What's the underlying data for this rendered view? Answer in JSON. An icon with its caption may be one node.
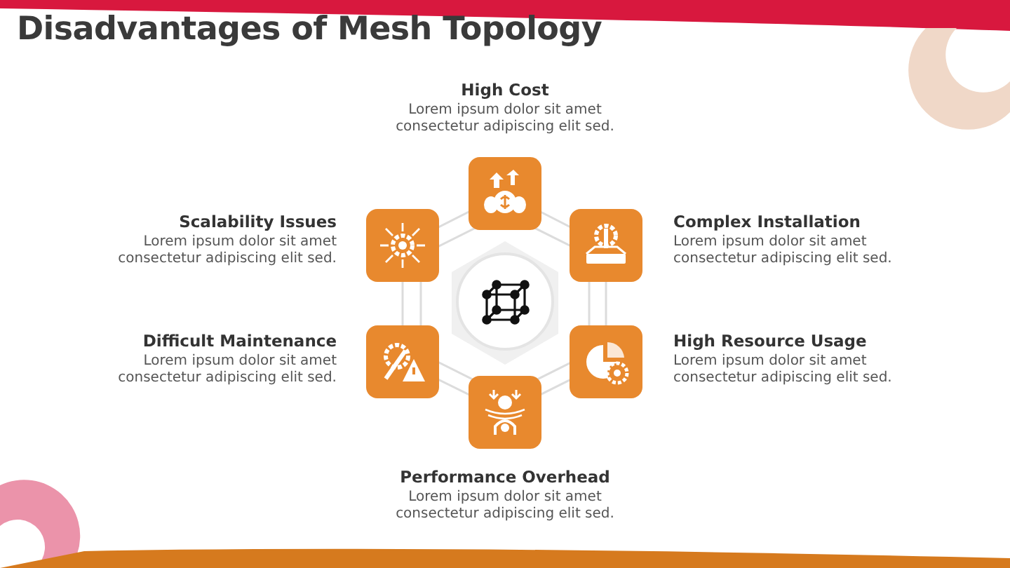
{
  "diagram": {
    "title": "Disadvantages of Mesh Topology",
    "nodes": [
      {
        "text": [
          "High Cost",
          "Lorem ipsum dolor sit amet consectetur adipiscing elit sed."
        ]
      },
      {
        "text": [
          "Scalability Issues",
          "Lorem ipsum dolor sit amet consectetur adipiscing elit sed."
        ]
      },
      {
        "text": [
          "Complex Installation",
          "Lorem ipsum dolor sit amet consectetur adipiscing elit sed."
        ]
      },
      {
        "text": [
          "Difficult Maintenance",
          "Lorem ipsum dolor sit amet consectetur adipiscing elit sed."
        ]
      },
      {
        "text": [
          "High Resource Usage",
          "Lorem ipsum dolor sit amet consectetur adipiscing elit sed."
        ]
      },
      {
        "text": [
          "Performance Overhead",
          "Lorem ipsum dolor sit amet consectetur adipiscing elit sed."
        ]
      }
    ]
  }
}
